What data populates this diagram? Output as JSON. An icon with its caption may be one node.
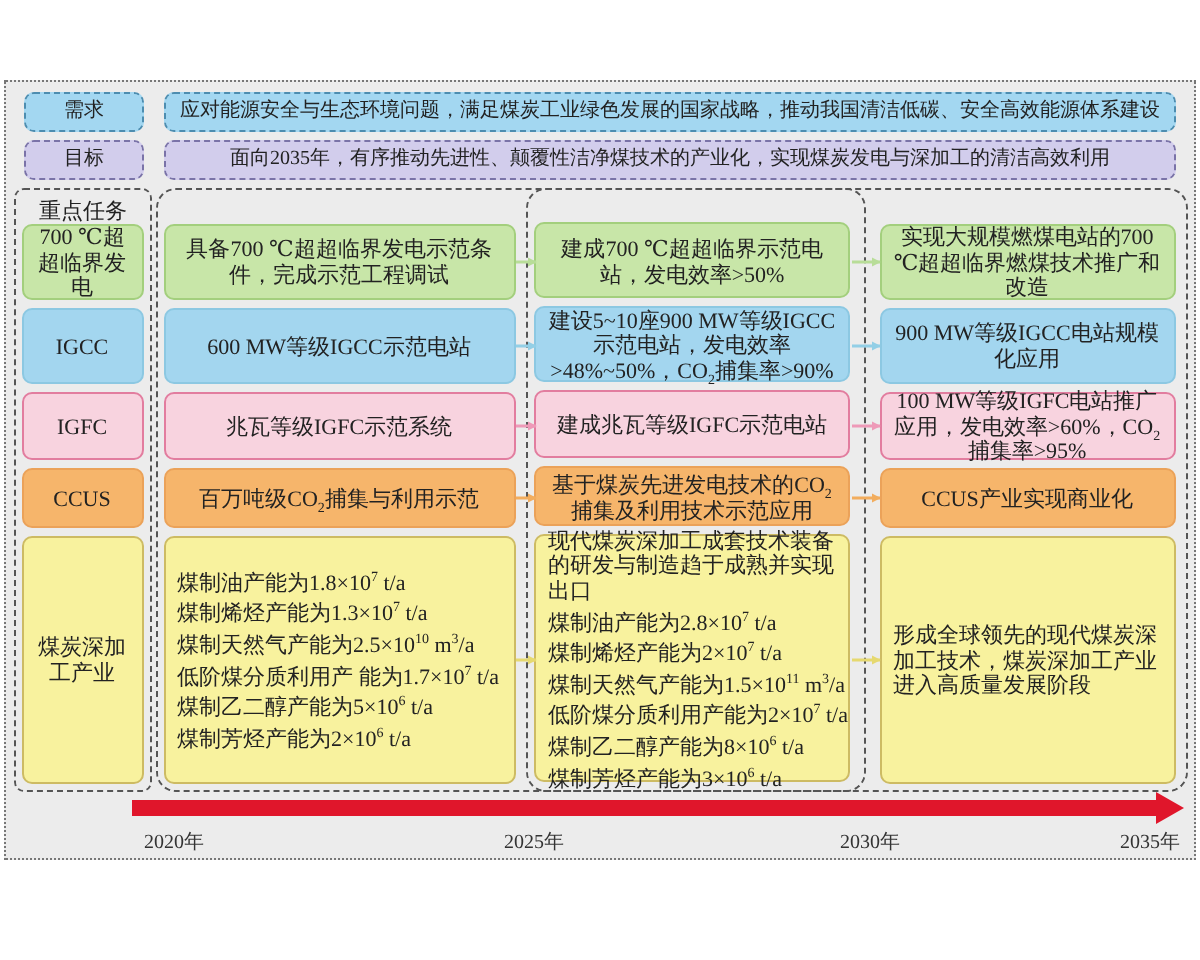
{
  "diagram": {
    "nodes": [
      {
        "text": [
          "需求"
        ]
      },
      {
        "text": [
          "应对能源安全与生态环境问题，满足煤炭工业绿色发展的国家战略，推动我国清洁低碳、安全高效能源体系建设"
        ]
      },
      {
        "text": [
          "目标"
        ]
      },
      {
        "text": [
          "面向2035年，有序推动先进性、颠覆性洁净煤技术的产业化，实现煤炭发电与深加工的清洁高效利用"
        ]
      },
      {
        "text": [
          "重点任务"
        ]
      },
      {
        "text": [],
        "shape": "box"
      },
      {
        "text": [],
        "shape": "box",
        "in": 5
      },
      {
        "text": [
          "700 ℃超超临界发电"
        ],
        "in": 4
      },
      {
        "text": [
          "具备700 ℃超超临界发电示范条件，完成示范工程调试"
        ],
        "in": 5
      },
      {
        "text": [
          "建成700 ℃超超临界示范电站，发电效率>50%"
        ],
        "in": 6
      },
      {
        "text": [
          "实现大规模燃煤电站的700 ℃超超临界燃煤技术推广和改造"
        ],
        "in": 5
      },
      {
        "text": [
          "IGCC"
        ],
        "in": 4
      },
      {
        "text": [
          "600 MW等级IGCC示范电站"
        ],
        "in": 5
      },
      {
        "text": [
          "建设5~10座900 MW等级IGCC示范电站，发电效率>48%~50%，CO$_{2}$捕集率>90%"
        ],
        "in": 6
      },
      {
        "text": [
          "900 MW等级IGCC电站规模化应用"
        ],
        "in": 5
      },
      {
        "text": [
          "IGFC"
        ],
        "in": 4
      },
      {
        "text": [
          "兆瓦等级IGFC示范系统"
        ],
        "in": 5
      },
      {
        "text": [
          "建成兆瓦等级IGFC示范电站"
        ],
        "in": 6
      },
      {
        "text": [
          "100 MW等级IGFC电站推广应用，发电效率>60%，CO$_{2}$捕集率>95%"
        ],
        "in": 5
      },
      {
        "text": [
          "CCUS"
        ],
        "in": 4
      },
      {
        "text": [
          "百万吨级CO$_{2}$捕集与利用示范"
        ],
        "in": 5
      },
      {
        "text": [
          "基于煤炭先进发电技术的CO$_{2}$捕集及利用技术示范应用"
        ],
        "in": 6
      },
      {
        "text": [
          "CCUS产业实现商业化"
        ],
        "in": 5
      },
      {
        "text": [
          "煤炭深加工产业"
        ],
        "in": 4
      },
      {
        "text": [
          "煤制油产能为1.8×10$^{7}$ t/a",
          "煤制烯烃产能为1.3×10$^{7}$ t/a",
          "煤制天然气产能为2.5×10$^{10}$ m$^{3}$/a",
          "低阶煤分质利用产 能为1.7×10$^{7}$ t/a",
          "煤制乙二醇产能为5×10$^{6}$ t/a",
          "煤制芳烃产能为2×10$^{6}$ t/a"
        ],
        "in": 5
      },
      {
        "text": [
          "现代煤炭深加工成套技术装备的研发与制造趋于成熟并实现出口",
          "煤制油产能为2.8×10$^{7}$ t/a",
          "煤制烯烃产能为2×10$^{7}$ t/a",
          "煤制天然气产能为1.5×10$^{11}$ m$^{3}$/a",
          "低阶煤分质利用产能为2×10$^{7}$ t/a",
          "煤制乙二醇产能为8×10$^{6}$ t/a",
          "煤制芳烃产能为3×10$^{6}$ t/a"
        ],
        "in": 6
      },
      {
        "text": [
          "形成全球领先的现代煤炭深加工技术，煤炭深加工产业进入高质量发展阶段"
        ],
        "in": 5
      }
    ],
    "edges": [
      {
        "from": 8,
        "to": 9,
        "arrow": "to",
        "color": "#b8dd98"
      },
      {
        "from": 9,
        "to": 10,
        "arrow": "to",
        "color": "#b8dd98"
      },
      {
        "from": 12,
        "to": 13,
        "arrow": "to",
        "color": "#93cfe6"
      },
      {
        "from": 13,
        "to": 14,
        "arrow": "to",
        "color": "#93cfe6"
      },
      {
        "from": 16,
        "to": 17,
        "arrow": "to",
        "color": "#ee9ab8"
      },
      {
        "from": 17,
        "to": 18,
        "arrow": "to",
        "color": "#ee9ab8"
      },
      {
        "from": 20,
        "to": 21,
        "arrow": "to",
        "color": "#f2ad5e"
      },
      {
        "from": 21,
        "to": 22,
        "arrow": "to",
        "color": "#f2ad5e"
      },
      {
        "from": 24,
        "to": 25,
        "arrow": "to",
        "color": "#e6d970"
      },
      {
        "from": 25,
        "to": 26,
        "arrow": "to",
        "color": "#e6d970"
      }
    ],
    "labels": [
      "2020年",
      "2025年",
      "2030年",
      "2035年"
    ]
  }
}
